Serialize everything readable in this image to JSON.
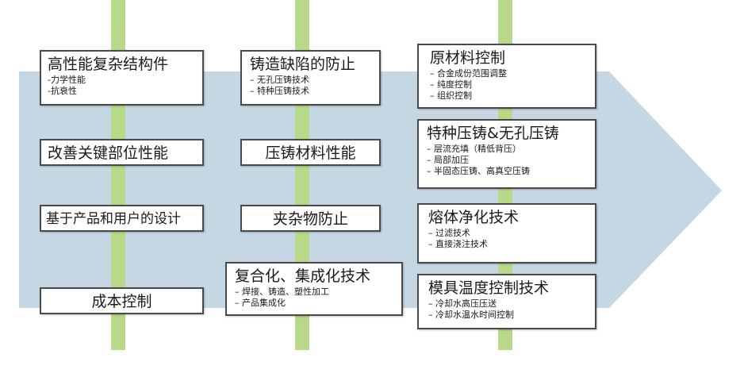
{
  "colors": {
    "arrow": "#c6d7e4",
    "timeline": "#b9d98a",
    "box_border": "#4a4a4a"
  },
  "column1": {
    "box1": {
      "title": "高性能复杂结构件",
      "items": [
        "力学性能",
        "抗衰性"
      ]
    },
    "box2": {
      "title": "改善关键部位性能"
    },
    "box3": {
      "title": "基于产品和用户的设计"
    },
    "box4": {
      "title": "成本控制"
    }
  },
  "column2": {
    "box1": {
      "title": "铸造缺陷的防止",
      "items": [
        "无孔压铸技术",
        "特种压铸技术"
      ]
    },
    "box2": {
      "title": "压铸材料性能"
    },
    "box3": {
      "title": "夹杂物防止"
    },
    "box4": {
      "title": "复合化、集成化技术",
      "items": [
        "焊接、铸造、塑性加工",
        "产品集成化"
      ]
    }
  },
  "column3": {
    "box1": {
      "title": "原材料控制",
      "items": [
        "合金成份范围调整",
        "纯度控制",
        "组织控制"
      ]
    },
    "box2": {
      "title": "特种压铸&无孔压铸",
      "items": [
        "层流充填（精低背压）",
        "局部加压",
        "半固态压铸、高真空压铸"
      ]
    },
    "box3": {
      "title": "熔体净化技术",
      "items": [
        "过滤技术",
        "直接浇注技术"
      ]
    },
    "box4": {
      "title": "模具温度控制技术",
      "items": [
        "冷却水高压压送",
        "冷却水温水时间控制"
      ]
    }
  }
}
